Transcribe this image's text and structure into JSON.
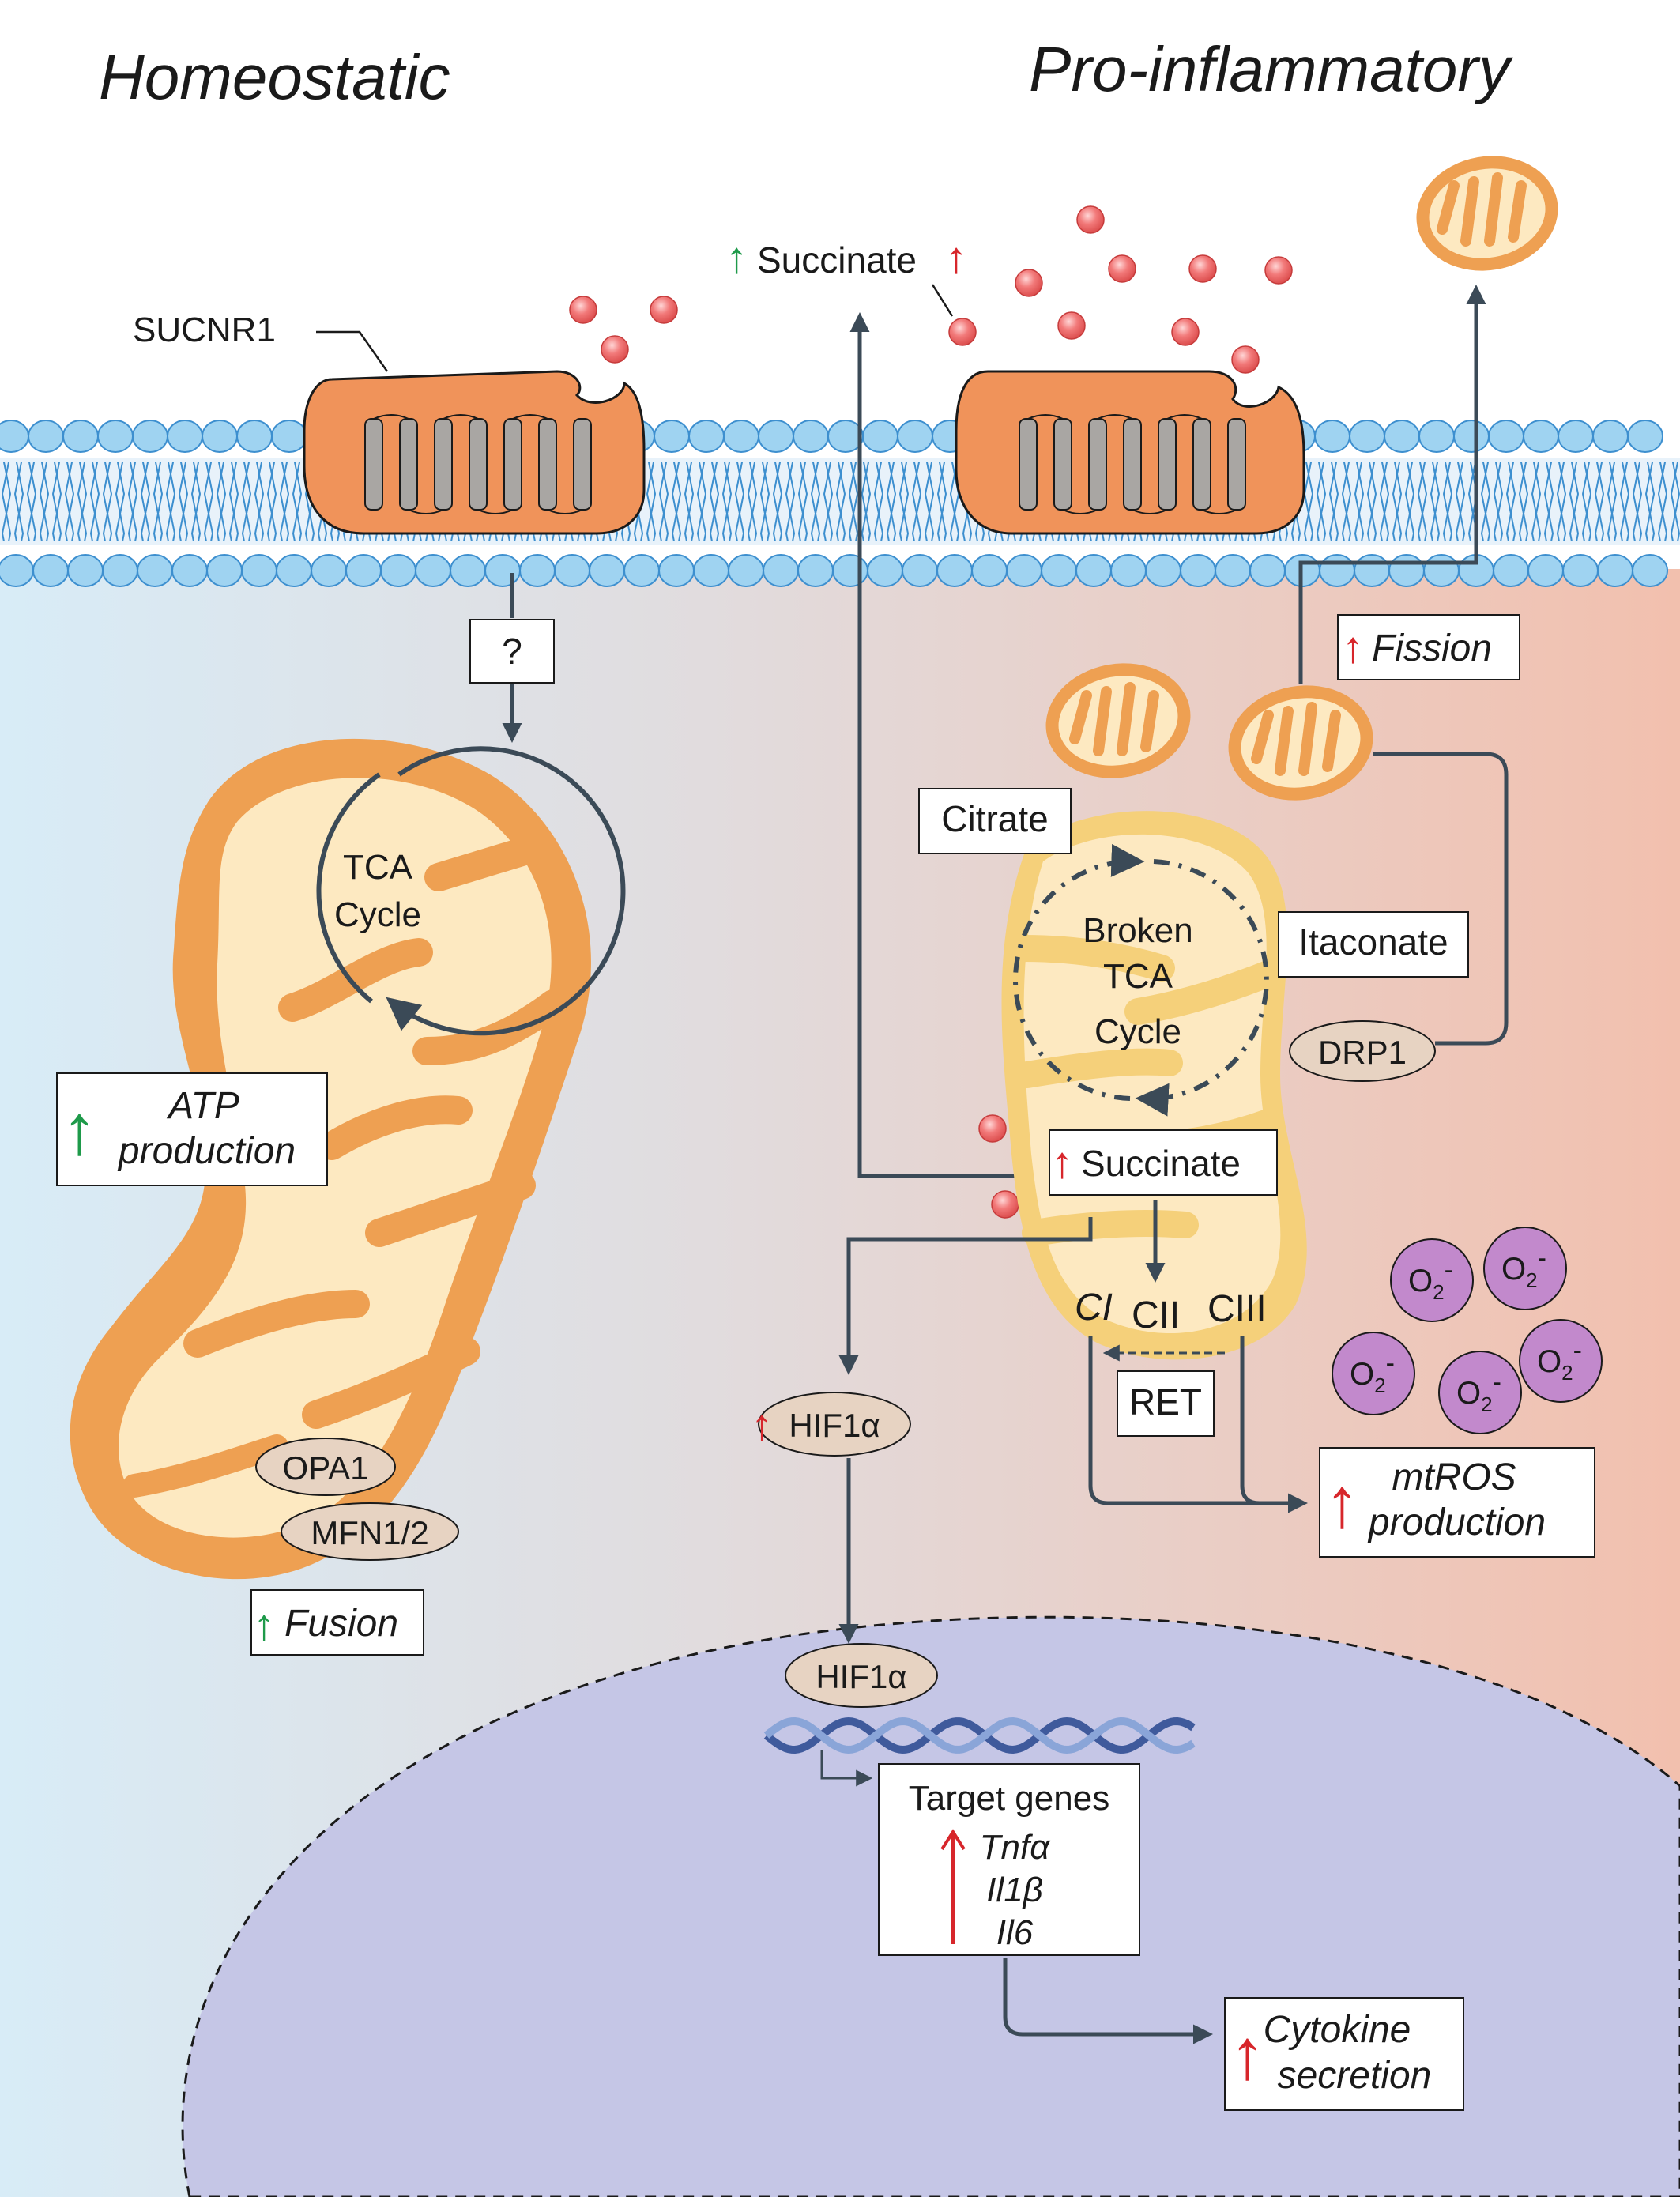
{
  "headers": {
    "left": "Homeostatic",
    "right": "Pro-inflammatory"
  },
  "labels": {
    "sucnr1": "SUCNR1",
    "unknown": "?",
    "succinate_top": "Succinate",
    "fission": "Fission",
    "tca_line1": "TCA",
    "tca_line2": "Cycle",
    "atp_line1": "ATP",
    "atp_line2": "production",
    "opa1": "OPA1",
    "mfn": "MFN1/2",
    "fusion": "Fusion",
    "citrate": "Citrate",
    "itaconate": "Itaconate",
    "broken_line1": "Broken",
    "broken_line2": "TCA",
    "broken_line3": "Cycle",
    "drp1": "DRP1",
    "succinate_mito": "Succinate",
    "ci": "CI",
    "cii": "CII",
    "ciii": "CIII",
    "ret": "RET",
    "hif1a": "HIF1α",
    "hif1a_nucleus": "HIF1α",
    "mtros_line1": "mtROS",
    "mtros_line2": "production",
    "o2": "O",
    "o2_sub": "2",
    "o2_sup": "-",
    "target_genes": "Target genes",
    "gene1": "Tnfα",
    "gene2": "Il1β",
    "gene3": "Il6",
    "cytokine_line1": "Cytokine",
    "cytokine_line2": "secretion"
  },
  "colors": {
    "up_green": "#1e9a4a",
    "up_red": "#d7262b",
    "arrow": "#3b4a57",
    "mito_outer": "#eea052",
    "mito_inner": "#fde9c1",
    "receptor": "#f0935a",
    "lipid_head": "#9fd3f1",
    "nucleus": "#c5c6e6",
    "superoxide": "#c289cc",
    "succinate_dot": "#f26a6a"
  }
}
